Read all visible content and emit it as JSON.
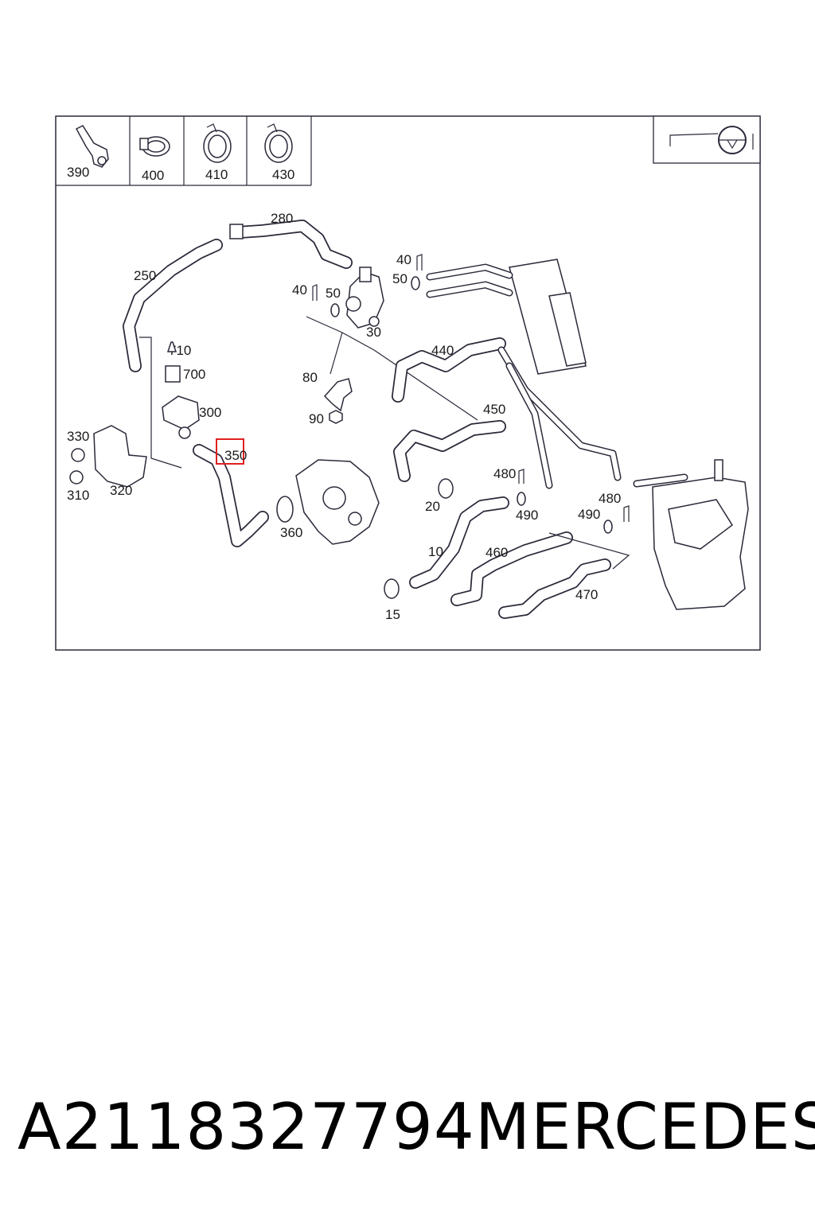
{
  "header_parts": [
    {
      "label": "390"
    },
    {
      "label": "400"
    },
    {
      "label": "410"
    },
    {
      "label": "430"
    }
  ],
  "callouts": {
    "p10": "10",
    "p15": "15",
    "p20": "20",
    "p30": "30",
    "p40a": "40",
    "p40b": "40",
    "p50a": "50",
    "p50b": "50",
    "p80": "80",
    "p90": "90",
    "p250": "250",
    "p280": "280",
    "p300": "300",
    "p310": "310",
    "p320": "320",
    "p330": "330",
    "p350": "350",
    "p360": "360",
    "p440": "440",
    "p450": "450",
    "p460": "460",
    "p470": "470",
    "p480a": "480",
    "p480b": "480",
    "p490a": "490",
    "p490b": "490",
    "p700": "700",
    "p710": "710"
  },
  "highlight": {
    "part": "350",
    "color": "#e02020"
  },
  "caption": {
    "part_number": "A2118327794",
    "brand": "MERCEDES"
  }
}
